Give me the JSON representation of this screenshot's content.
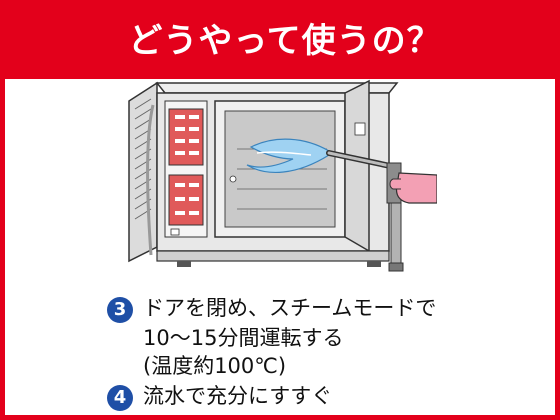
{
  "header": {
    "title": "どうやって使うの？"
  },
  "steps": [
    {
      "number": "3",
      "lines": [
        "ドアを閉め、スチームモードで",
        "10～15分間運転する",
        "(温度約100℃)"
      ]
    },
    {
      "number": "4",
      "lines": [
        "流水で充分にすすぐ"
      ]
    }
  ],
  "colors": {
    "accent": "#e3001b",
    "step_badge": "#1f4fa6",
    "glove": "#f3a0b4",
    "water": "#9fd2f2"
  }
}
